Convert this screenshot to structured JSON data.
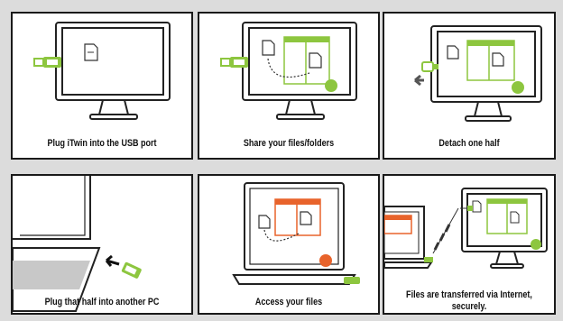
{
  "colors": {
    "green": "#8dc63f",
    "orange": "#e8632b",
    "gray_arrow": "#555555",
    "outline": "#222222",
    "background": "#dcdcdc"
  },
  "panels": [
    {
      "caption": "Plug iTwin into the USB port"
    },
    {
      "caption": "Share your files/folders"
    },
    {
      "caption": "Detach one half"
    },
    {
      "caption": "Plug that  half  into another PC"
    },
    {
      "caption": "Access your files"
    },
    {
      "caption_line1": "Files are transferred via Internet,",
      "caption_line2": "securely."
    }
  ]
}
